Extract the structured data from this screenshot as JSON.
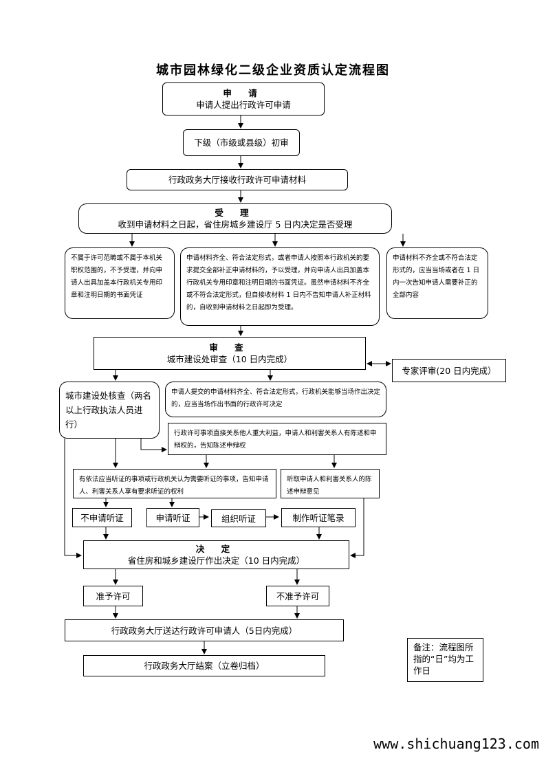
{
  "title": "城市园林绿化二级企业资质认定流程图",
  "apply": {
    "heading": "申  请",
    "text": "申请人提出行政许可申请"
  },
  "preliminary": {
    "text": "下级（市级或县级）初审"
  },
  "receive": {
    "text": "行政政务大厅接收行政许可申请材料"
  },
  "accept": {
    "heading": "受  理",
    "text": "收到申请材料之日起，省住房城乡建设厅 5 日内决定是否受理"
  },
  "reject_scope": {
    "text": "不属于许可范畴或不属于本机关职权范围的，不予受理，并向申请人出具加盖本行政机关专用印章和注明日期的书面凭证"
  },
  "accept_complete": {
    "text": "申请材料齐全、符合法定形式，或者申请人按照本行政机关的要求提交全部补正申请材料的，予以受理，并向申请人出具加盖本行政机关专用印章和注明日期的书面凭证。虽然申请材料不齐全或不符合法定形式，但自接收材料 1 日内不告知申请人补正材料的，自收到申请材料之日起即为受理。"
  },
  "incomplete": {
    "text": "申请材料不齐全或不符合法定形式的，应当当场或者在 1 日内一次告知申请人需要补正的全部内容"
  },
  "review": {
    "heading": "审  查",
    "text": "城市建设处审查（10 日内完成）"
  },
  "expert": {
    "text": "专家评审(20 日内完成）"
  },
  "verify": {
    "text": "城市建设处核查（两名以上行政执法人员进行）"
  },
  "onsite": {
    "text": "申请人提交的申请材料齐全、符合法定形式，行政机关能够当场作出决定的，应当当场作出书面的行政许可决定"
  },
  "interest": {
    "text": "行政许可事项直接关系他人重大利益，申请人和利害关系人有陈述和申辩权的，告知陈述申辩权"
  },
  "hearing_notice": {
    "text": "有依法应当听证的事项或行政机关认为需要听证的事项，告知申请人、利害关系人享有要求听证的权利"
  },
  "statement": {
    "text": "听取申请人和利害关系人的陈述申辩意见"
  },
  "no_hearing": {
    "text": "不申请听证"
  },
  "request_hearing": {
    "text": "申请听证"
  },
  "organize_hearing": {
    "text": "组织听证"
  },
  "hearing_record": {
    "text": "制作听证笔录"
  },
  "decision": {
    "heading": "决  定",
    "text": "省住房和城乡建设厅作出决定（10 日内完成）"
  },
  "grant": {
    "text": "准予许可"
  },
  "deny": {
    "text": "不准予许可"
  },
  "deliver": {
    "text": "行政政务大厅送达行政许可申请人（5日内完成）"
  },
  "close": {
    "text": "行政政务大厅结案（立卷归档）"
  },
  "note": {
    "text": "备注：流程图所指的“日”均为工作日"
  },
  "website": "www.shichuang123.com"
}
